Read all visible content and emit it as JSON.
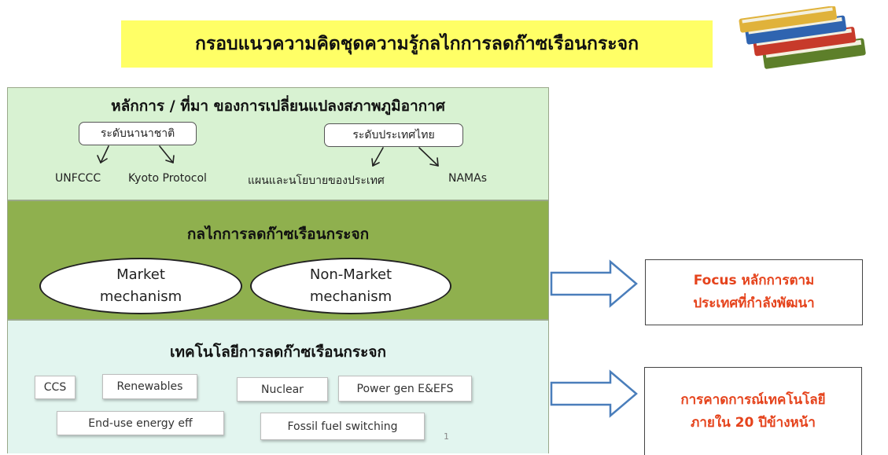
{
  "title": "กรอบแนวความคิดชุดความรู้กลไกการลดก๊าซเรือนกระจก",
  "colors": {
    "title_bg": "#ffff66",
    "panel_principles": "#d8f2d2",
    "panel_mechanisms": "#8fb04e",
    "panel_technology": "#e2f5ef",
    "arrow": "#4a7ebb",
    "result_text": "#e5431c"
  },
  "principles": {
    "heading": "หลักการ / ที่มา ของการเปลี่ยนแปลงสภาพภูมิอากาศ",
    "international": {
      "label": "ระดับนานาชาติ",
      "items": [
        "UNFCCC",
        "Kyoto Protocol"
      ]
    },
    "national": {
      "label": "ระดับประเทศไทย",
      "items": [
        "แผนและนโยบายของประเทศ",
        "NAMAs"
      ]
    }
  },
  "mechanisms": {
    "heading": "กลไกการลดก๊าซเรือนกระจก",
    "market": {
      "line1": "Market",
      "line2": "mechanism"
    },
    "non_market": {
      "line1": "Non-Market",
      "line2": "mechanism"
    }
  },
  "technology": {
    "heading": "เทคโนโลยีการลดก๊าซเรือนกระจก",
    "items": [
      "CCS",
      "Renewables",
      "Nuclear",
      "Power gen E&EFS",
      "End-use energy eff",
      "Fossil fuel switching"
    ],
    "page_number": "1"
  },
  "results": {
    "focus": {
      "line1": "Focus หลักการตาม",
      "line2": "ประเทศที่กำลังพัฒนา"
    },
    "forecast": {
      "line1": "การคาดการณ์เทคโนโลยี",
      "line2": "ภายใน  20 ปีข้างหน้า"
    }
  },
  "icons": {
    "books": "books-icon",
    "arrow": "block-arrow-right-icon"
  }
}
